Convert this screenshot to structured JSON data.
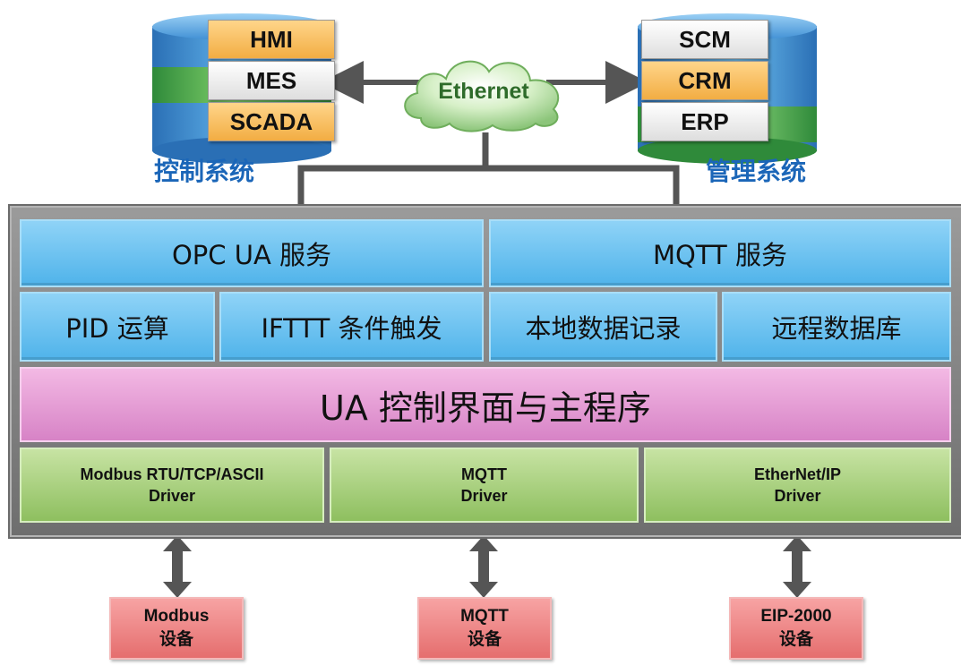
{
  "control_system": {
    "title": "控制系统",
    "items": [
      "HMI",
      "MES",
      "SCADA"
    ]
  },
  "management_system": {
    "title": "管理系统",
    "items": [
      "SCM",
      "CRM",
      "ERP"
    ]
  },
  "network": {
    "label": "Ethernet"
  },
  "services": {
    "opc_ua": "OPC UA 服务",
    "mqtt": "MQTT 服务"
  },
  "functions": [
    "PID 运算",
    "IFTTT 条件触发",
    "本地数据记录",
    "远程数据库"
  ],
  "main_program": "UA 控制界面与主程序",
  "drivers": [
    {
      "line1": "Modbus RTU/TCP/ASCII",
      "line2": "Driver"
    },
    {
      "line1": "MQTT",
      "line2": "Driver"
    },
    {
      "line1": "EtherNet/IP",
      "line2": "Driver"
    }
  ],
  "devices": [
    {
      "line1": "Modbus",
      "line2": "设备"
    },
    {
      "line1": "MQTT",
      "line2": "设备"
    },
    {
      "line1": "EIP-2000",
      "line2": "设备"
    }
  ],
  "colors": {
    "blue_service": "#5ab8ec",
    "pink_main": "#e39bd4",
    "green_driver": "#9fca72",
    "red_device": "#ec8080",
    "title_blue": "#1b66b8"
  }
}
